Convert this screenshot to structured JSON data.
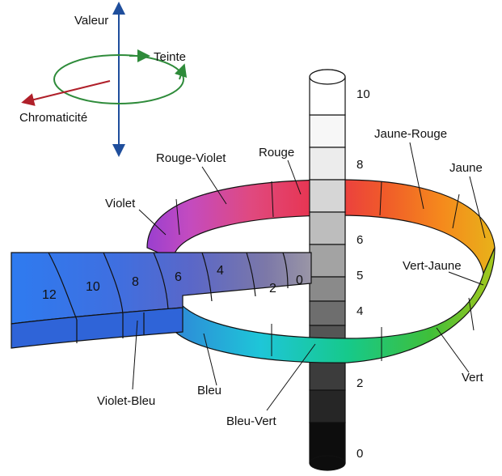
{
  "axes": {
    "value": "Valeur",
    "hue": "Teinte",
    "chroma": "Chromaticité"
  },
  "value_scale": [
    "10",
    "8",
    "6",
    "5",
    "4",
    "2",
    "0"
  ],
  "chroma_scale": [
    "0",
    "2",
    "4",
    "6",
    "8",
    "10",
    "12"
  ],
  "hues": {
    "rouge": "Rouge",
    "jaune_rouge": "Jaune-Rouge",
    "jaune": "Jaune",
    "vert_jaune": "Vert-Jaune",
    "vert": "Vert",
    "bleu_vert": "Bleu-Vert",
    "bleu": "Bleu",
    "violet_bleu": "Violet-Bleu",
    "violet": "Violet",
    "rouge_violet": "Rouge-Violet"
  },
  "colors": {
    "value_arrow": "#1f4e9c",
    "hue_arrow": "#2e8b3a",
    "chroma_arrow": "#b0202a"
  }
}
